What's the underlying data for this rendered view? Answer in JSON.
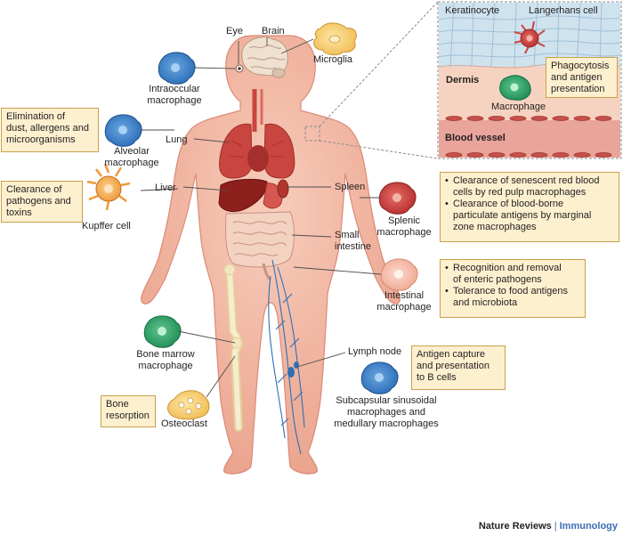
{
  "labels": {
    "eye": "Eye",
    "brain": "Brain",
    "microglia": "Microglia",
    "intraoccular_1": "Intraoccular",
    "intraoccular_2": "macrophage",
    "lung": "Lung",
    "alveolar_1": "Alveolar",
    "alveolar_2": "macrophage",
    "liver": "Liver",
    "kupffer": "Kupffer cell",
    "spleen": "Spleen",
    "splenic_1": "Splenic",
    "splenic_2": "macrophage",
    "small_intestine_1": "Small",
    "small_intestine_2": "intestine",
    "intestinal_1": "Intestinal",
    "intestinal_2": "macrophage",
    "bone_marrow_1": "Bone marrow",
    "bone_marrow_2": "macrophage",
    "osteoclast": "Osteoclast",
    "lymph_node": "Lymph node",
    "subcapsular_1": "Subcapsular sinusoidal",
    "subcapsular_2": "macrophages and",
    "subcapsular_3": "medullary macrophages",
    "keratinocyte": "Keratinocyte",
    "langerhans": "Langerhans cell",
    "dermis": "Dermis",
    "macrophage": "Macrophage",
    "blood_vessel": "Blood vessel"
  },
  "boxes": {
    "alveolar_function": [
      "Elimination of",
      "dust, allergens and",
      "microorganisms"
    ],
    "kupffer_function": [
      "Clearance of",
      "pathogens and",
      "toxins"
    ],
    "skin_function": [
      "Phagocytosis",
      "and antigen",
      "presentation"
    ],
    "splenic_function": [
      [
        "Clearance of senescent red blood",
        "cells by red pulp macrophages"
      ],
      [
        "Clearance of blood-borne",
        "particulate antigens by marginal",
        "zone macrophages"
      ]
    ],
    "intestinal_function": [
      [
        "Recognition and removal",
        "of enteric pathogens"
      ],
      [
        "Tolerance to food antigens",
        "and microbiota"
      ]
    ],
    "lymph_function": [
      "Antigen capture",
      "and presentation",
      "to B cells"
    ],
    "bone_function": [
      "Bone",
      "resorption"
    ]
  },
  "footer": {
    "publisher": "Nature Reviews",
    "separator": "|",
    "journal": "Immunology"
  },
  "colors": {
    "skin": "#f2b9a3",
    "skin_edge": "#d98b78",
    "organ": "#c9453f",
    "intestine": "#f3d2c2",
    "vein": "#2f6fb5",
    "bone": "#f3e6c0",
    "box_fill": "#fdf0cf",
    "box_border": "#c9a14a"
  }
}
